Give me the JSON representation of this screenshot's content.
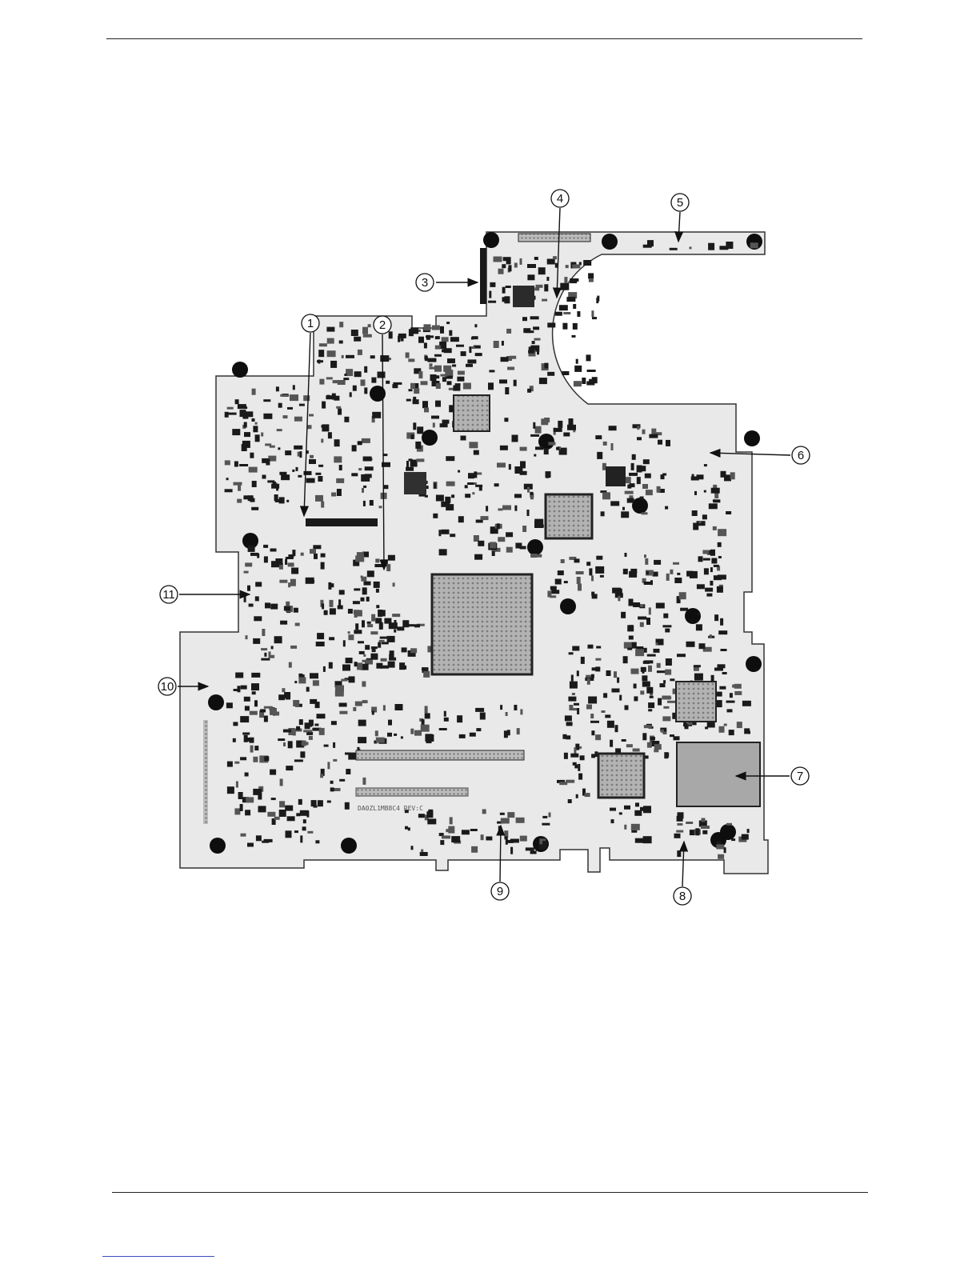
{
  "board": {
    "silkscreen_label": "DA0ZL1MB8C4 REV:C"
  },
  "callouts": [
    {
      "id": 1,
      "label": "1"
    },
    {
      "id": 2,
      "label": "2"
    },
    {
      "id": 3,
      "label": "3"
    },
    {
      "id": 4,
      "label": "4"
    },
    {
      "id": 5,
      "label": "5"
    },
    {
      "id": 6,
      "label": "6"
    },
    {
      "id": 7,
      "label": "7"
    },
    {
      "id": 8,
      "label": "8"
    },
    {
      "id": 9,
      "label": "9"
    },
    {
      "id": 10,
      "label": "10"
    },
    {
      "id": 11,
      "label": "11"
    }
  ],
  "colors": {
    "board_fill": "#e9e9e9",
    "board_outline": "#333333",
    "component": "#1a1a1a",
    "chip_grid": "#9a9a9a",
    "callout_stroke": "#111111",
    "rule": "#222222",
    "footer_link": "#3a4fc0"
  }
}
